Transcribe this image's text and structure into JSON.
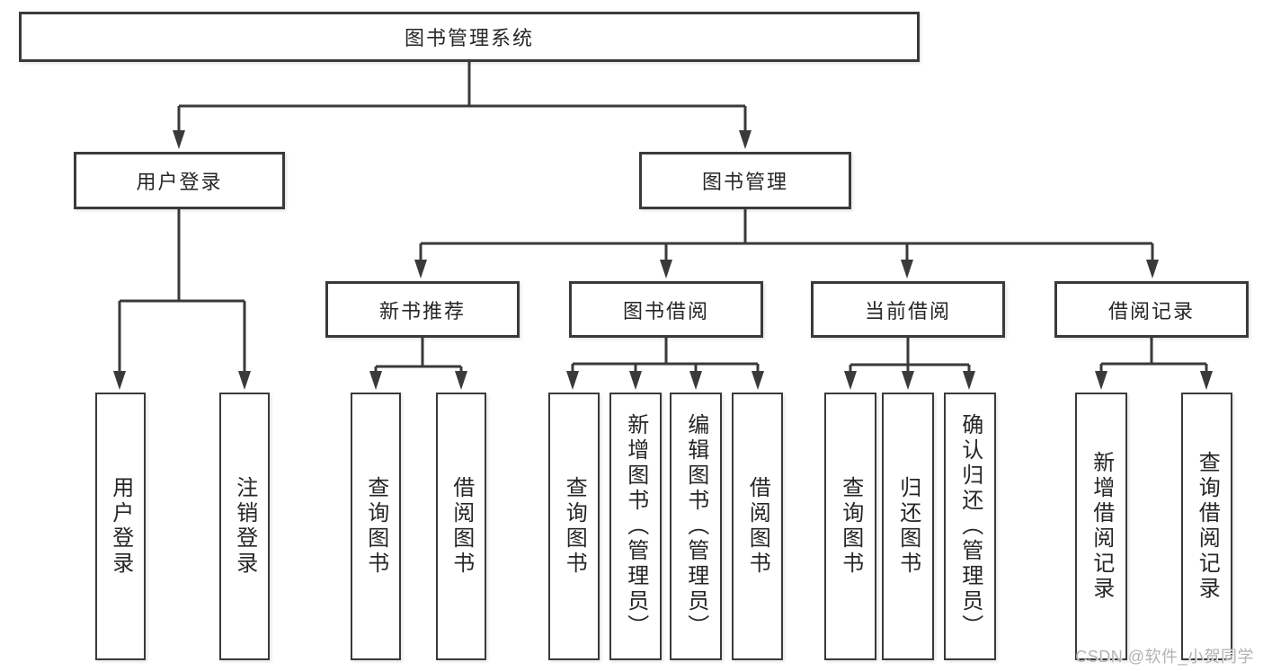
{
  "diagram": {
    "type": "hierarchy-tree",
    "nodes": {
      "root": {
        "label": "图书管理系统"
      },
      "user_login": {
        "label": "用户登录"
      },
      "book_mgmt": {
        "label": "图书管理"
      },
      "new_book_rec": {
        "label": "新书推荐"
      },
      "book_borrow": {
        "label": "图书借阅"
      },
      "current_borrow": {
        "label": "当前借阅"
      },
      "borrow_records": {
        "label": "借阅记录"
      },
      "leaf_user_login": {
        "label": "用户登录"
      },
      "leaf_logout": {
        "label": "注销登录"
      },
      "leaf_query_book_1": {
        "label": "查询图书"
      },
      "leaf_borrow_book_1": {
        "label": "借阅图书"
      },
      "leaf_query_book_2": {
        "label": "查询图书"
      },
      "leaf_add_book": {
        "label": "新增图书（管理员）"
      },
      "leaf_edit_book": {
        "label": "编辑图书（管理员）"
      },
      "leaf_borrow_book_2": {
        "label": "借阅图书"
      },
      "leaf_query_book_3": {
        "label": "查询图书"
      },
      "leaf_return_book": {
        "label": "归还图书"
      },
      "leaf_confirm_return": {
        "label": "确认归还（管理员）"
      },
      "leaf_add_record": {
        "label": "新增借阅记录"
      },
      "leaf_query_record": {
        "label": "查询借阅记录"
      }
    },
    "edges": [
      [
        "root",
        "user_login"
      ],
      [
        "root",
        "book_mgmt"
      ],
      [
        "user_login",
        "leaf_user_login"
      ],
      [
        "user_login",
        "leaf_logout"
      ],
      [
        "book_mgmt",
        "new_book_rec"
      ],
      [
        "book_mgmt",
        "book_borrow"
      ],
      [
        "book_mgmt",
        "current_borrow"
      ],
      [
        "book_mgmt",
        "borrow_records"
      ],
      [
        "new_book_rec",
        "leaf_query_book_1"
      ],
      [
        "new_book_rec",
        "leaf_borrow_book_1"
      ],
      [
        "book_borrow",
        "leaf_query_book_2"
      ],
      [
        "book_borrow",
        "leaf_add_book"
      ],
      [
        "book_borrow",
        "leaf_edit_book"
      ],
      [
        "book_borrow",
        "leaf_borrow_book_2"
      ],
      [
        "current_borrow",
        "leaf_query_book_3"
      ],
      [
        "current_borrow",
        "leaf_return_book"
      ],
      [
        "current_borrow",
        "leaf_confirm_return"
      ],
      [
        "borrow_records",
        "leaf_add_record"
      ],
      [
        "borrow_records",
        "leaf_query_record"
      ]
    ],
    "colors": {
      "line": "#3a3a3a",
      "box_border": "#3a3a3a",
      "box_fill": "#ffffff",
      "text": "#262626",
      "watermark": "#b2b2b2"
    }
  },
  "watermark": {
    "text": "CSDN @软件_小贺同学"
  }
}
